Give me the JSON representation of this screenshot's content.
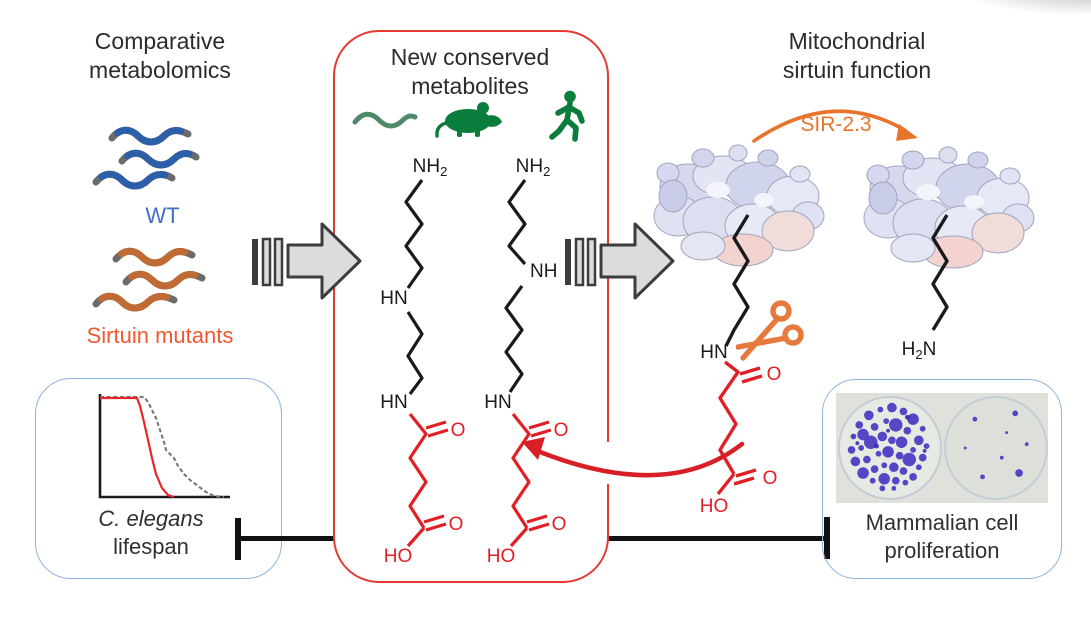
{
  "figure": {
    "left_panel": {
      "title": [
        "Comparative",
        "metabolomics"
      ],
      "wt_label": "WT",
      "mutants_label": "Sirtuin mutants"
    },
    "lifespan_box": {
      "species": "C. elegans",
      "label": "lifespan"
    },
    "metabolites_box": {
      "title": [
        "New conserved",
        "metabolites"
      ]
    },
    "sirtuin_panel": {
      "title": [
        "Mitochondrial",
        "sirtuin function"
      ],
      "enzyme_label": "SIR-2.3"
    },
    "proliferation_box": {
      "label_line1": "Mammalian cell",
      "label_line2": "proliferation"
    },
    "chem_labels": {
      "nh": "NH",
      "sub2": "2",
      "hn": "HN",
      "ho": "HO",
      "o": "O",
      "h": "H",
      "n": "N"
    },
    "colors": {
      "wt_blue": "#3f6ec9",
      "worm_blue": "#2d5fa9",
      "mutant_orange": "#f2572f",
      "worm_orange": "#c06a35",
      "metabolite_red": "#e11f26",
      "box_red": "#e23b33",
      "box_blue": "#8fb4de",
      "species_green": "#0a7c3c",
      "worm_green": "#4f8a68",
      "sir_orange": "#e8742c",
      "colony_purple": "#4130c2"
    }
  }
}
